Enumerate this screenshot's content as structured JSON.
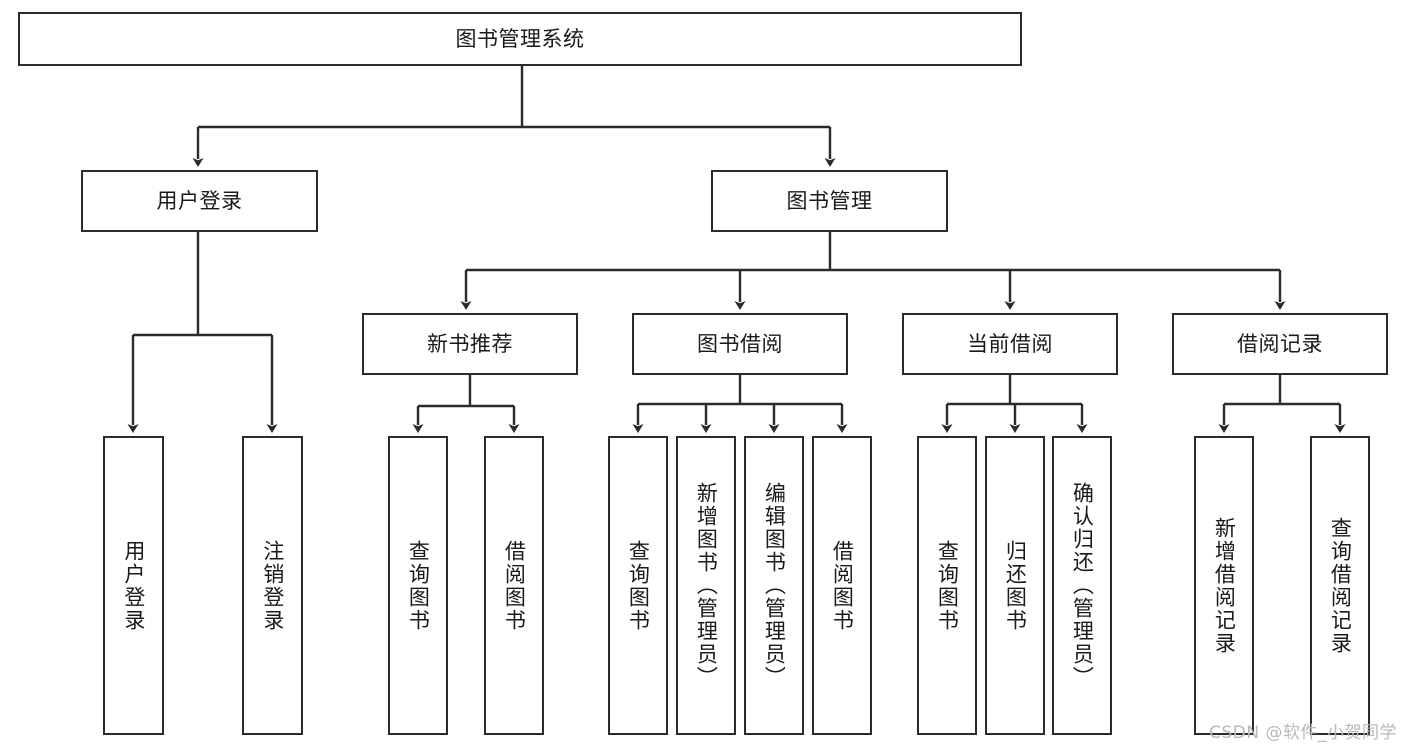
{
  "diagram": {
    "title": "图书管理系统",
    "watermark": "CSDN @软件_小贺同学",
    "colors": {
      "border": "#2b2b2b",
      "background": "#ffffff",
      "text": "#1a1a1a",
      "watermark": "#b9b9b9"
    },
    "levels": {
      "root": {
        "label": "图书管理系统"
      },
      "level2": [
        {
          "label": "用户登录"
        },
        {
          "label": "图书管理"
        }
      ],
      "level3": [
        {
          "label": "新书推荐"
        },
        {
          "label": "图书借阅"
        },
        {
          "label": "当前借阅"
        },
        {
          "label": "借阅记录"
        }
      ],
      "leaves_user_login": [
        {
          "label": "用户登录"
        },
        {
          "label": "注销登录"
        }
      ],
      "leaves_new_book": [
        {
          "label": "查询图书"
        },
        {
          "label": "借阅图书"
        }
      ],
      "leaves_borrow": [
        {
          "label": "查询图书"
        },
        {
          "label": "新增图书（管理员）"
        },
        {
          "label": "编辑图书（管理员）"
        },
        {
          "label": "借阅图书"
        }
      ],
      "leaves_current": [
        {
          "label": "查询图书"
        },
        {
          "label": "归还图书"
        },
        {
          "label": "确认归还（管理员）"
        }
      ],
      "leaves_record": [
        {
          "label": "新增借阅记录"
        },
        {
          "label": "查询借阅记录"
        }
      ]
    }
  }
}
